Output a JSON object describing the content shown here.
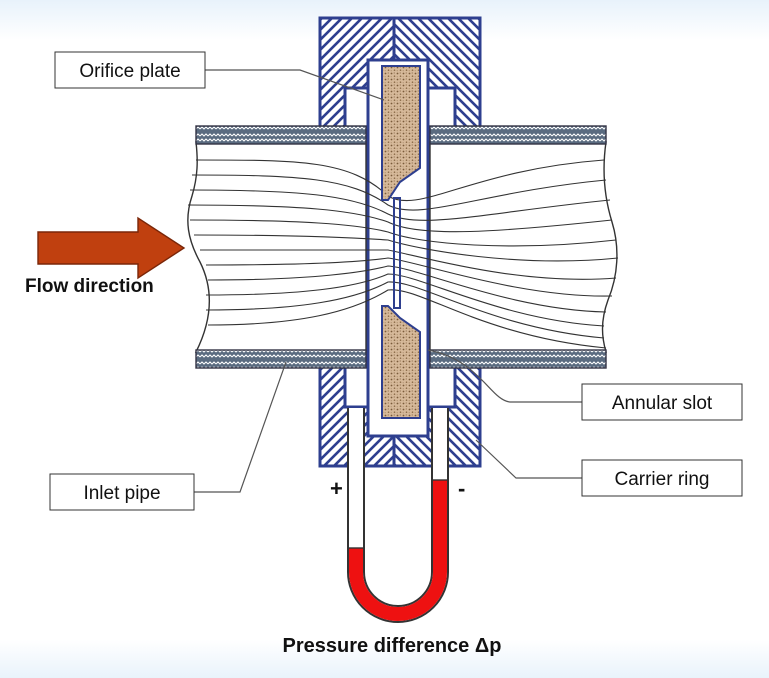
{
  "labels": {
    "orifice_plate": "Orifice plate",
    "annular_slot": "Annular slot",
    "carrier_ring": "Carrier ring",
    "inlet_pipe": "Inlet pipe",
    "flow_direction": "Flow direction",
    "plus_sign": "+",
    "minus_sign": "-",
    "pressure_difference": "Pressure difference Δp"
  },
  "colors": {
    "carrier_ring": "#2e3f8f",
    "pipe_wall": "#5a6b80",
    "orifice_plate": "#d6b99a",
    "flow_arrow": "#c0400f",
    "manometer_fluid": "#ee1111"
  }
}
